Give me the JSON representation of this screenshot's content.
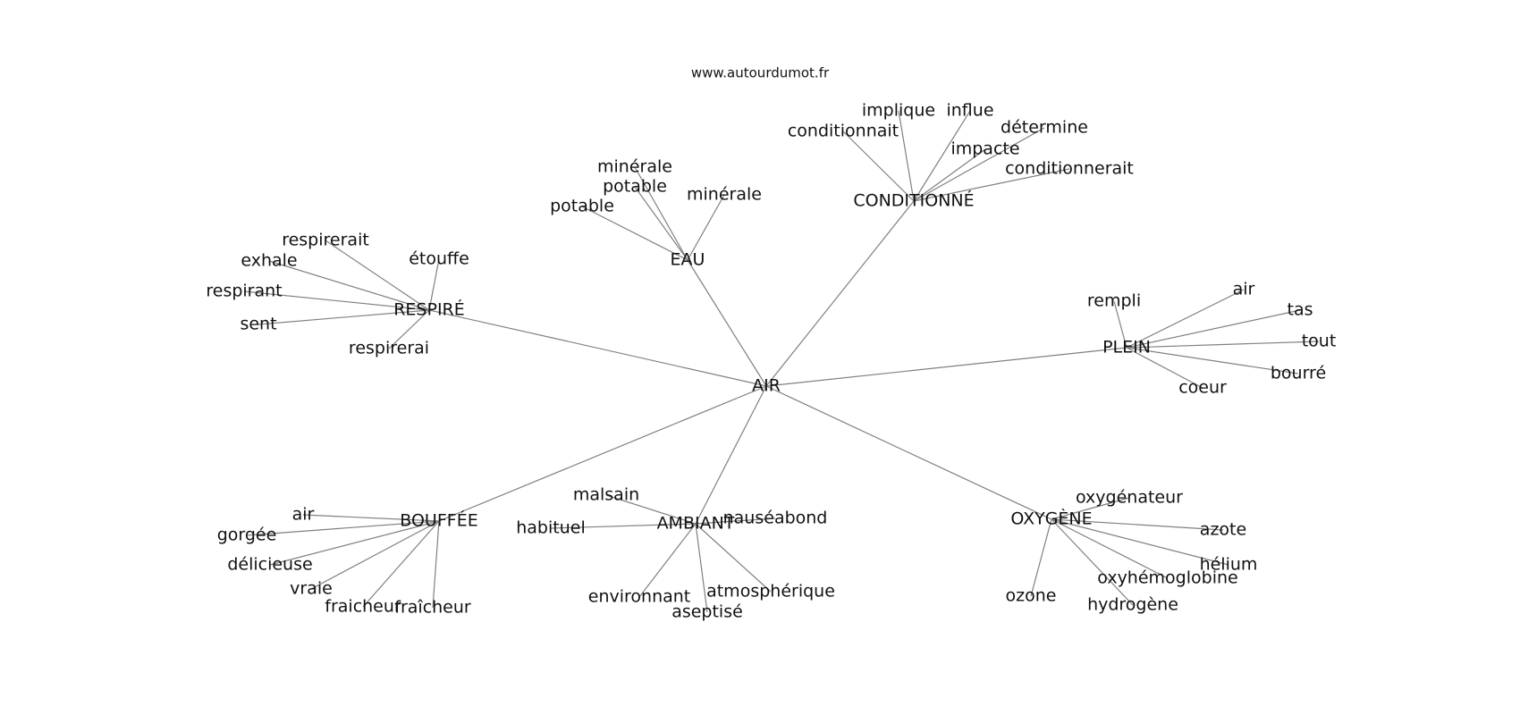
{
  "site": "www.autourdumot.fr",
  "root": "AIR",
  "clusters": [
    {
      "label": "CONDITIONNÉ",
      "leaves": [
        "conditionnait",
        "implique",
        "influe",
        "détermine",
        "impacte",
        "conditionnerait"
      ]
    },
    {
      "label": "EAU",
      "leaves": [
        "minérale",
        "potable",
        "potable",
        "minérale"
      ]
    },
    {
      "label": "RESPIRÉ",
      "leaves": [
        "respirerait",
        "étouffe",
        "exhale",
        "respirant",
        "sent",
        "respirerai"
      ]
    },
    {
      "label": "PLEIN",
      "leaves": [
        "rempli",
        "air",
        "tas",
        "tout",
        "bourré",
        "coeur"
      ]
    },
    {
      "label": "BOUFFÉE",
      "leaves": [
        "air",
        "gorgée",
        "délicieuse",
        "vraie",
        "fraicheur",
        "fraîcheur"
      ]
    },
    {
      "label": "AMBIANT",
      "leaves": [
        "malsain",
        "habituel",
        "nauséabond",
        "environnant",
        "atmosphérique",
        "aseptisé"
      ]
    },
    {
      "label": "OXYGÈNE",
      "leaves": [
        "oxygénateur",
        "azote",
        "hélium",
        "oxyhémoglobine",
        "ozone",
        "hydrogène"
      ]
    }
  ]
}
